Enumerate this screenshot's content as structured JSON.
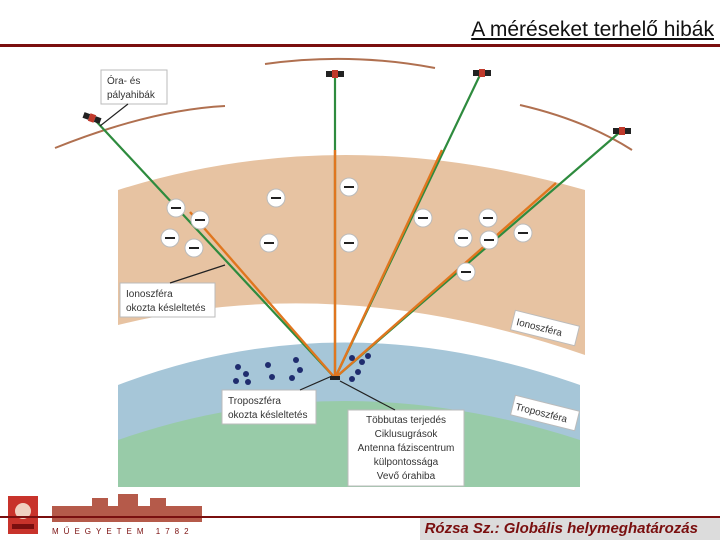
{
  "title": "A méréseket terhelő hibák",
  "footer": "Rózsa Sz.: Globális helymeghatározás",
  "logo": {
    "text": "MŰEGYETEM 1782"
  },
  "labels": {
    "clock_orbit": [
      "Óra- és",
      "pályahibák"
    ],
    "iono_delay": [
      "Ionoszféra",
      "okozta késleltetés"
    ],
    "tropo_delay": [
      "Troposzféra",
      "okozta késleltetés"
    ],
    "other_errors": [
      "Többutas terjedés",
      "Ciklusugrások",
      "Antenna fáziscentrum",
      "külpontossága",
      "Vevő órahiba"
    ],
    "ionosphere": "Ionoszféra",
    "troposphere": "Troposzféra"
  },
  "colors": {
    "ionosphere_fill": "#e7c3a2",
    "troposphere_fill": "#a6c6d8",
    "ground_fill": "#98cba8",
    "orbit": "#b07050",
    "signal_green": "#2e8b3e",
    "signal_orange": "#e0761f",
    "accent": "#7a0f0f"
  },
  "icons": {
    "satellite": "satellite-icon",
    "electron": "minus-circle-icon",
    "droplet": "droplet-icon"
  }
}
